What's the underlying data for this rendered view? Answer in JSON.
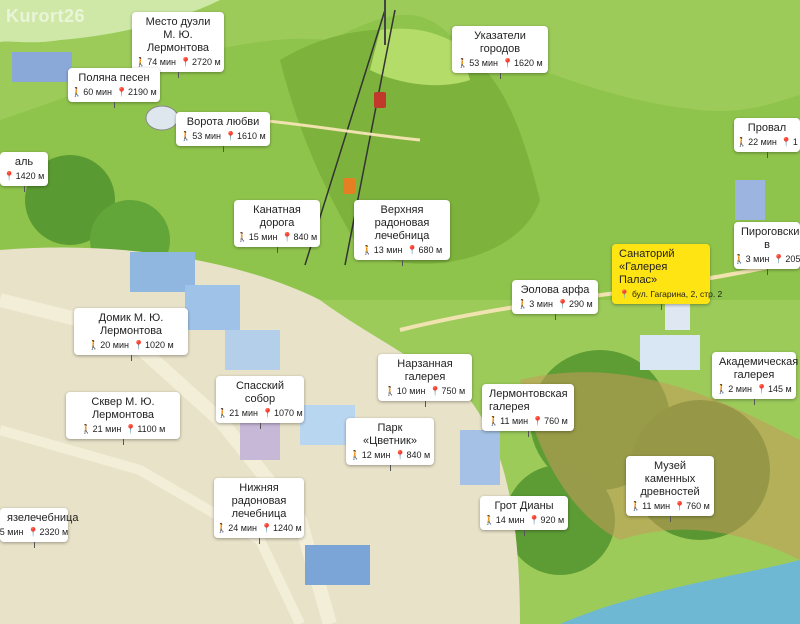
{
  "brand": {
    "logo": "Kurort26"
  },
  "places": [
    {
      "id": "mesto-dueli",
      "name": "Место дуэли\nМ. Ю. Лермонтова",
      "walk": "74 мин",
      "dist": "2720 м"
    },
    {
      "id": "ukazateli",
      "name": "Указатели городов",
      "walk": "53 мин",
      "dist": "1620 м"
    },
    {
      "id": "polyana",
      "name": "Поляна песен",
      "walk": "60 мин",
      "dist": "2190 м"
    },
    {
      "id": "vorota",
      "name": "Ворота любви",
      "walk": "53 мин",
      "dist": "1610 м"
    },
    {
      "id": "proval",
      "name": "Провал",
      "walk": "22 мин",
      "dist": "1"
    },
    {
      "id": "left-edge",
      "name": "аль",
      "walk": "",
      "dist": "1420 м"
    },
    {
      "id": "kanatnaya",
      "name": "Канатная дорога",
      "walk": "15 мин",
      "dist": "840 м"
    },
    {
      "id": "verhnyaya",
      "name": "Верхняя радоновая\nлечебница",
      "walk": "13 мин",
      "dist": "680 м"
    },
    {
      "id": "pirogovskie",
      "name": "Пироговские в",
      "walk": "3 мин",
      "dist": "205"
    },
    {
      "id": "eolova",
      "name": "Эолова арфа",
      "walk": "3 мин",
      "dist": "290 м"
    },
    {
      "id": "domik",
      "name": "Домик М. Ю. Лермонтова",
      "walk": "20 мин",
      "dist": "1020 м"
    },
    {
      "id": "narzannaya",
      "name": "Нарзанная галерея",
      "walk": "10 мин",
      "dist": "750 м"
    },
    {
      "id": "akademicheskaya",
      "name": "Академическая\nгалерея",
      "walk": "2 мин",
      "dist": "145 м"
    },
    {
      "id": "spassky",
      "name": "Спасский собор",
      "walk": "21 мин",
      "dist": "1070 м"
    },
    {
      "id": "skver",
      "name": "Сквер М. Ю. Лермонтова",
      "walk": "21 мин",
      "dist": "1100 м"
    },
    {
      "id": "lermontovskaya",
      "name": "Лермонтовская\nгалерея",
      "walk": "11 мин",
      "dist": "760 м"
    },
    {
      "id": "park",
      "name": "Парк «Цветник»",
      "walk": "12 мин",
      "dist": "840 м"
    },
    {
      "id": "muzey",
      "name": "Музей каменных\nдревностей",
      "walk": "11 мин",
      "dist": "760 м"
    },
    {
      "id": "nizhnyaya",
      "name": "Нижняя радоновая\nлечебница",
      "walk": "24 мин",
      "dist": "1240 м"
    },
    {
      "id": "grot",
      "name": "Грот Дианы",
      "walk": "14 мин",
      "dist": "920 м"
    },
    {
      "id": "grazelechebnitsa",
      "name": "язелечебница",
      "walk": "5 мин",
      "dist": "2320 м"
    }
  ],
  "hotel": {
    "name": "Санаторий\n«Галерея Палас»",
    "address": "бул. Гагарина, 2, стр. 2"
  }
}
